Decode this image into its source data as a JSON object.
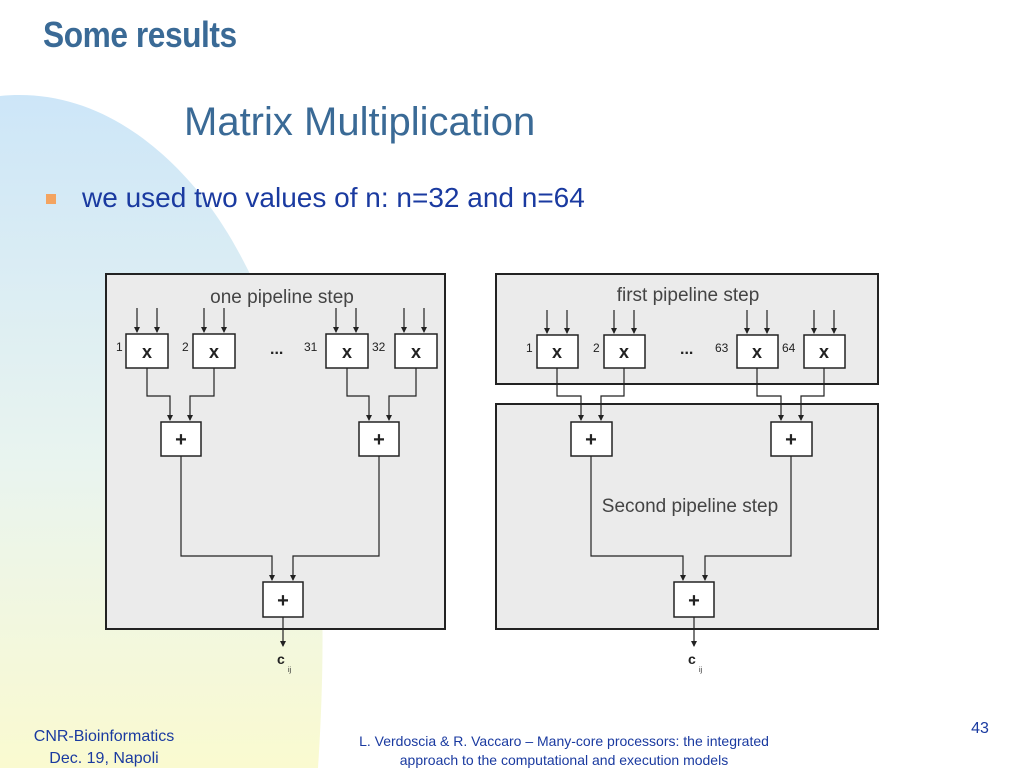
{
  "slide": {
    "title": "Some results",
    "subtitle": "Matrix  Multiplication",
    "bullet": "we used two values of n: n=32  and n=64"
  },
  "diagram_left": {
    "panel_label": "one pipeline step",
    "multipliers": [
      {
        "index": "1",
        "op": "x"
      },
      {
        "index": "2",
        "op": "x"
      },
      {
        "index": "31",
        "op": "x"
      },
      {
        "index": "32",
        "op": "x"
      }
    ],
    "ellipsis": "...",
    "adders": [
      "+",
      "+"
    ],
    "final_adder": "+",
    "output_label": "c",
    "output_sub": "ij"
  },
  "diagram_right": {
    "top_label": "first pipeline step",
    "bottom_label": "Second pipeline step",
    "multipliers": [
      {
        "index": "1",
        "op": "x"
      },
      {
        "index": "2",
        "op": "x"
      },
      {
        "index": "63",
        "op": "x"
      },
      {
        "index": "64",
        "op": "x"
      }
    ],
    "ellipsis": "...",
    "adders": [
      "+",
      "+"
    ],
    "final_adder": "+",
    "output_label": "c",
    "output_sub": "ij"
  },
  "footer": {
    "org_line1": "CNR-Bioinformatics",
    "org_line2": "Dec. 19, Napoli",
    "citation_line1": "L. Verdoscia & R. Vaccaro – Many-core processors: the integrated",
    "citation_line2": "approach to the computational and execution models",
    "page_number": "43"
  },
  "colors": {
    "title": "#3a6a96",
    "bullet_text": "#1a3aa0",
    "bullet_marker": "#f4a460",
    "panel_fill": "#ebebeb",
    "blob_blue": "#cfe6f7",
    "blob_yellow": "#fafad2"
  }
}
